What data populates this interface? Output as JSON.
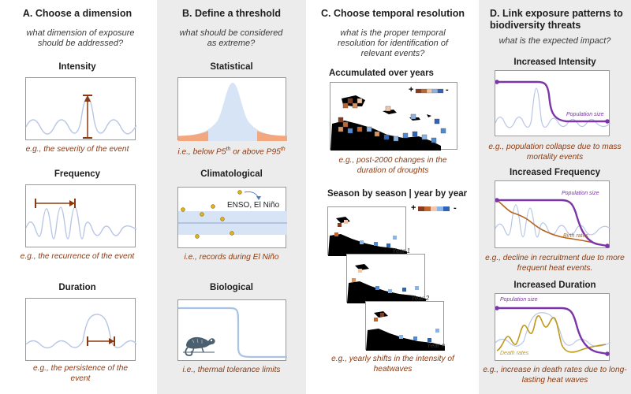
{
  "columns": {
    "a": {
      "title": "A. Choose a dimension",
      "question": "what dimension of exposure should be addressed?",
      "items": [
        {
          "label": "Intensity",
          "example": "e.g., the severity of the event"
        },
        {
          "label": "Frequency",
          "example": "e.g., the recurrence of the event"
        },
        {
          "label": "Duration",
          "example": "e.g., the persistence of the event"
        }
      ]
    },
    "b": {
      "title": "B. Define a threshold",
      "question": "what should be considered as extreme?",
      "items": [
        {
          "label": "Statistical",
          "example_pre": "i.e., below P5",
          "sup1": "th",
          "example_mid": " or above P95",
          "sup2": "th"
        },
        {
          "label": "Climatological",
          "example": "i.e., records during El Niño",
          "annotation": "ENSO, El Niño"
        },
        {
          "label": "Biological",
          "example": "i.e., thermal tolerance limits"
        }
      ]
    },
    "c": {
      "title": "C. Choose temporal resolution",
      "question": "what is the proper temporal resolution for identification of relevant events?",
      "items": [
        {
          "label": "Accumulated over years",
          "example": "e.g., post-2000 changes in the duration of droughts",
          "plus": "+",
          "minus": "-"
        },
        {
          "label": "Season by season | year by year",
          "example": "e.g., yearly shifts in the intensity of heatwaves",
          "plus": "+",
          "minus": "-",
          "years": [
            "Year 1",
            "Year 2",
            "Year n"
          ]
        }
      ]
    },
    "d": {
      "title": "D. Link exposure patterns to biodiversity threats",
      "question": "what is the expected impact?",
      "items": [
        {
          "label": "Increased Intensity",
          "example": "e.g., population collapse due to mass mortality events",
          "series": [
            "Population size"
          ]
        },
        {
          "label": "Increased Frequency",
          "example": "e.g., decline in recruitment due to more frequent heat events.",
          "series": [
            "Population size",
            "Birth rates"
          ]
        },
        {
          "label": "Increased Duration",
          "example": "e.g., increase in death rates due to long-lasting heat waves",
          "series": [
            "Population size",
            "Death rates"
          ]
        }
      ]
    }
  },
  "colors": {
    "signal": "#b9c6e6",
    "accent_brown": "#8b3a10",
    "purple": "#7a35a8",
    "orange_brown": "#b5651d",
    "gold": "#c19a1b",
    "tail": "#f2a77e",
    "band": "#d6e4f5",
    "dot": "#e2b21a"
  },
  "icons": [
    "chameleon-icon",
    "caribbean-map-icon"
  ]
}
